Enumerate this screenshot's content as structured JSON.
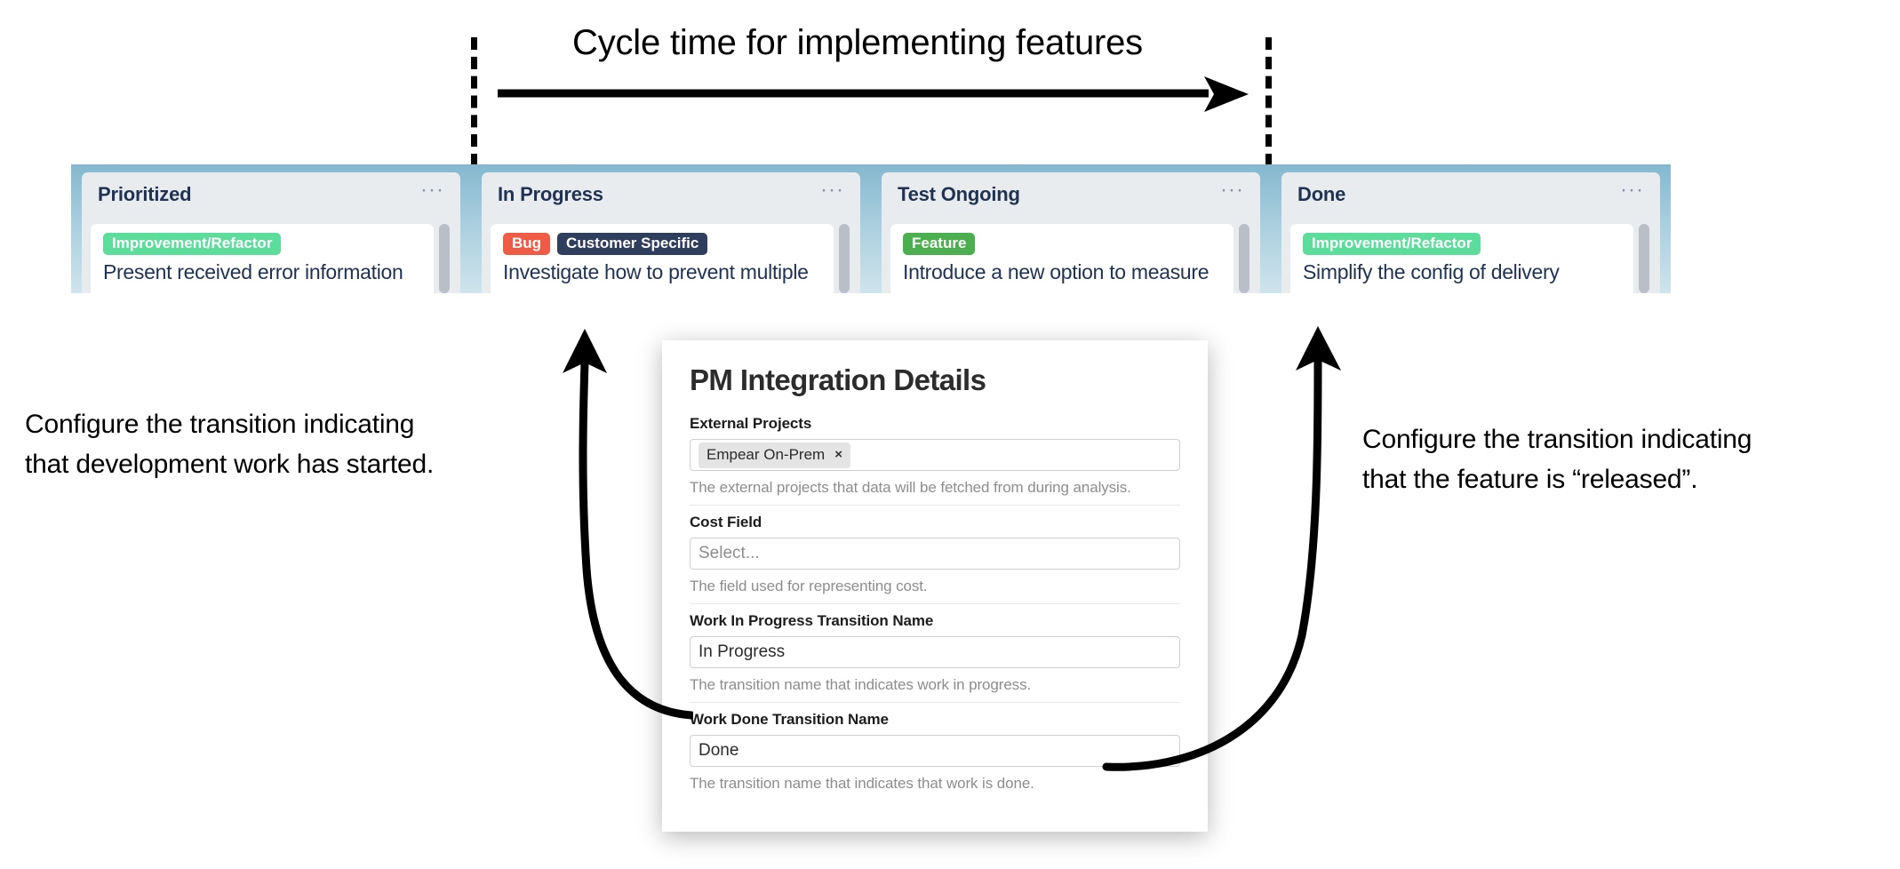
{
  "annotations": {
    "cycle_time_title": "Cycle time for implementing features",
    "note_left_line1": "Configure the transition indicating",
    "note_left_line2": "that development work has started.",
    "note_right_line1": "Configure the transition indicating",
    "note_right_line2": "that the feature is “released”."
  },
  "board": {
    "menu_glyph": "···",
    "columns": [
      {
        "title": "Prioritized",
        "card": {
          "title": "Present received error information",
          "tags": [
            {
              "label": "Improvement/Refactor",
              "color": "#5ddd9b"
            }
          ]
        }
      },
      {
        "title": "In Progress",
        "card": {
          "title": "Investigate how to prevent multiple",
          "tags": [
            {
              "label": "Bug",
              "color": "#ef5b45"
            },
            {
              "label": "Customer Specific",
              "color": "#2f3e5c"
            }
          ]
        }
      },
      {
        "title": "Test Ongoing",
        "card": {
          "title": "Introduce a new option to measure",
          "tags": [
            {
              "label": "Feature",
              "color": "#4caf4f"
            }
          ]
        }
      },
      {
        "title": "Done",
        "card": {
          "title": "Simplify the config of delivery",
          "tags": [
            {
              "label": "Improvement/Refactor",
              "color": "#5ddd9b"
            }
          ]
        }
      }
    ]
  },
  "dialog": {
    "title": "PM Integration Details",
    "fields": [
      {
        "label": "External Projects",
        "type": "chips",
        "chip": "Empear On-Prem",
        "chip_remove": "×",
        "help": "The external projects that data will be fetched from during analysis."
      },
      {
        "label": "Cost Field",
        "type": "select",
        "placeholder": "Select...",
        "value": "",
        "help": "The field used for representing cost."
      },
      {
        "label": "Work In Progress Transition Name",
        "type": "text",
        "value": "In Progress",
        "help": "The transition name that indicates work in progress."
      },
      {
        "label": "Work Done Transition Name",
        "type": "text",
        "value": "Done",
        "help": "The transition name that indicates that work is done."
      }
    ]
  }
}
